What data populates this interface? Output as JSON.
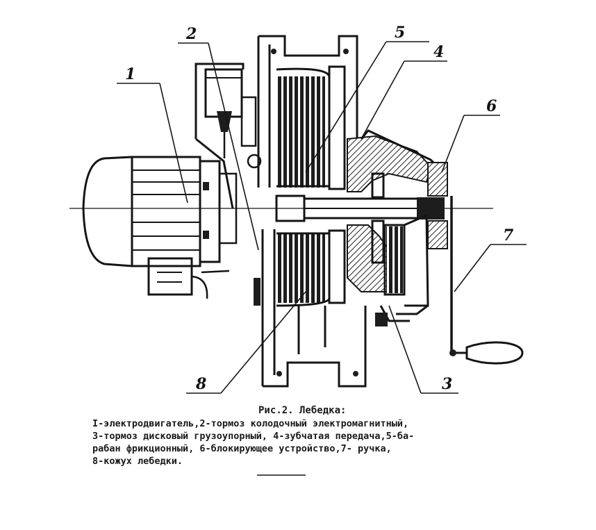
{
  "labels": {
    "l1": "1",
    "l2": "2",
    "l3": "3",
    "l4": "4",
    "l5": "5",
    "l6": "6",
    "l7": "7",
    "l8": "8"
  },
  "caption": {
    "title": "Рис.2. Лебедка:",
    "line1": "I-электродвигатель,2-тормоз колодочный электромагнитный,",
    "line2": "3-тормоз дисковый грузоупорный, 4-зубчатая передача,5-ба-",
    "line3": "рабан фрикционный, 6-блокирующее устройство,7-  ручка,",
    "line4": "8-кожух лебедки."
  },
  "colors": {
    "ink": "#151515",
    "paper": "#ffffff"
  }
}
